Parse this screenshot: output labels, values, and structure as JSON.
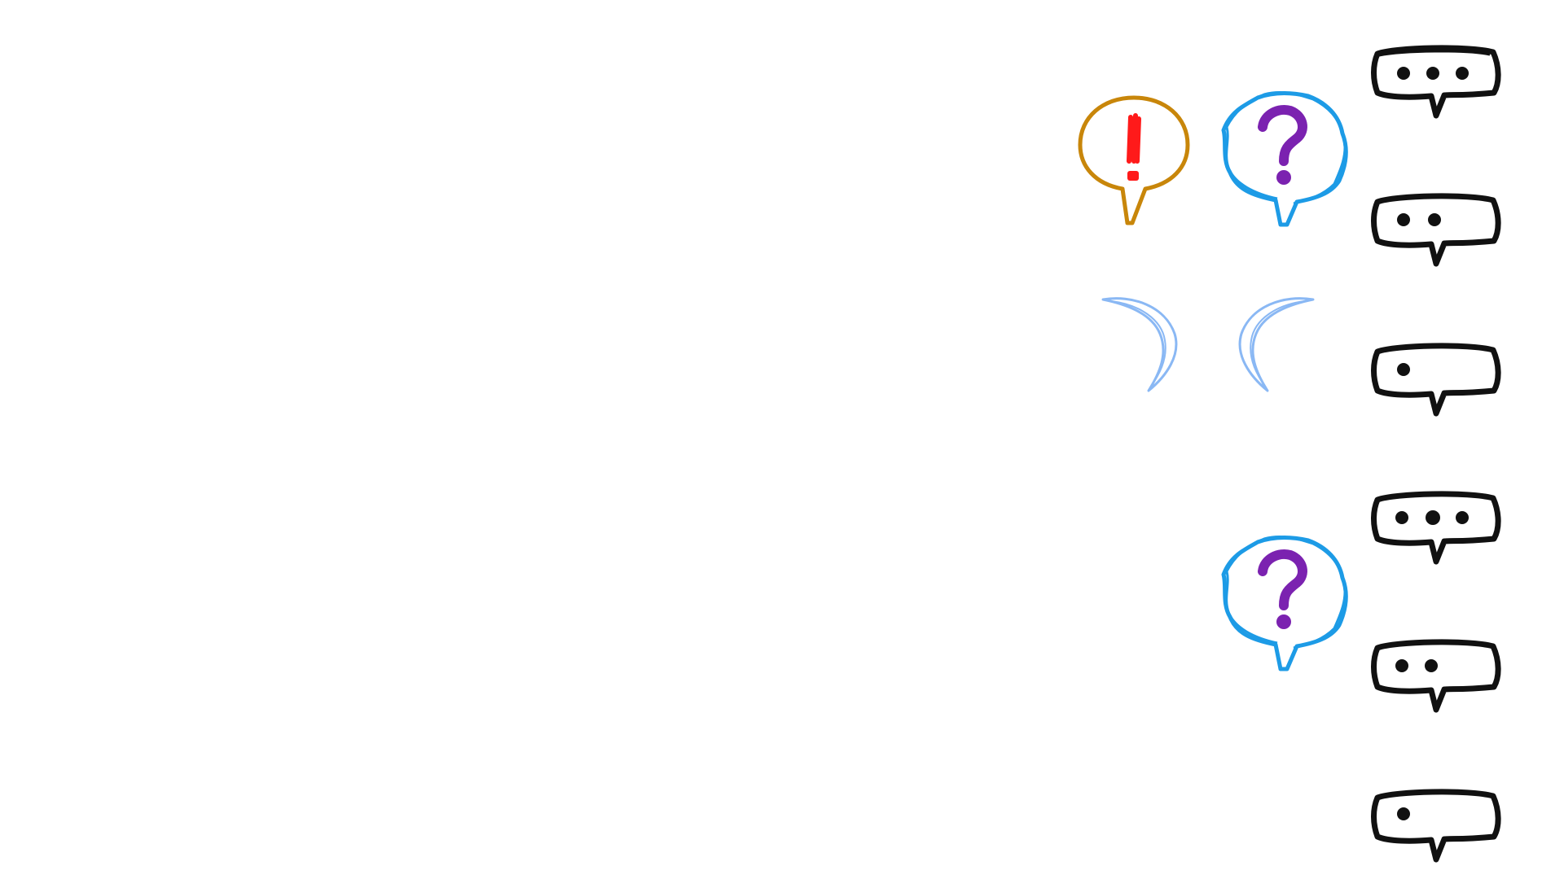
{
  "colors": {
    "ink": "#111111",
    "orange_outline": "#c8860a",
    "exclamation": "#ff1a1a",
    "blue_outline": "#1d9be6",
    "question": "#7b22b0",
    "swoosh": "#8ab8f4",
    "background": "#ffffff"
  },
  "bubbles": [
    {
      "icon": "speech-bubble-three-dots",
      "dots": 3
    },
    {
      "icon": "speech-bubble-two-dots",
      "dots": 2
    },
    {
      "icon": "speech-bubble-one-dot",
      "dots": 1
    },
    {
      "icon": "speech-bubble-three-dots",
      "dots": 3
    },
    {
      "icon": "speech-bubble-two-dots",
      "dots": 2
    },
    {
      "icon": "speech-bubble-one-dot",
      "dots": 1
    }
  ],
  "round_bubbles": [
    {
      "icon": "exclamation-bubble-icon",
      "glyph": "!"
    },
    {
      "icon": "question-bubble-icon",
      "glyph": "?"
    },
    {
      "icon": "question-bubble-icon",
      "glyph": "?"
    }
  ],
  "swooshes": [
    {
      "icon": "curve-right-icon"
    },
    {
      "icon": "curve-left-icon"
    }
  ]
}
